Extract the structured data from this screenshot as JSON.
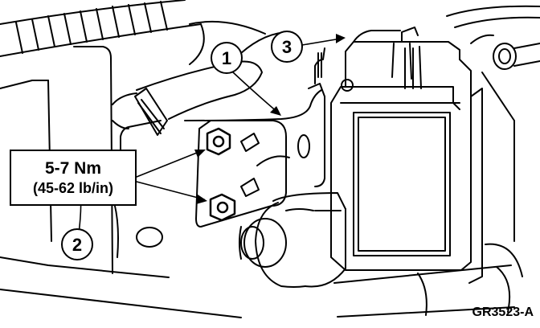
{
  "callouts": [
    "1",
    "2",
    "3"
  ],
  "torque_spec": {
    "line1": "5-7 Nm",
    "line2": "(45-62 lb/in)"
  },
  "figure_id": "GR3523-A",
  "colors": {
    "ink": "#000000",
    "paper": "#ffffff"
  }
}
